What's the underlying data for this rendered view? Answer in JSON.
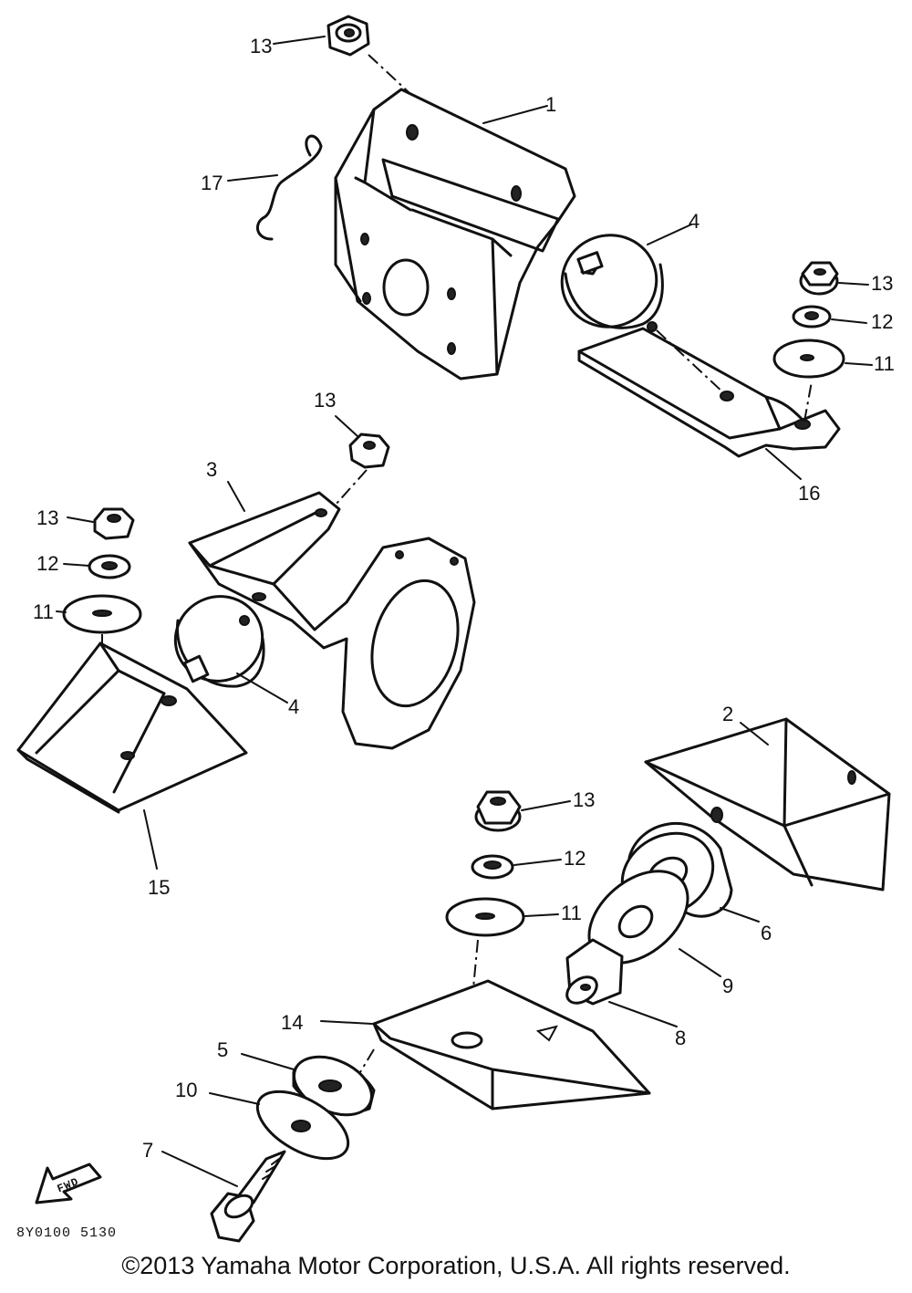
{
  "callouts": {
    "c1": "1",
    "c2": "2",
    "c3": "3",
    "c4a": "4",
    "c4b": "4",
    "c5": "5",
    "c6": "6",
    "c7": "7",
    "c8": "8",
    "c9": "9",
    "c10": "10",
    "c11a": "11",
    "c11b": "11",
    "c11c": "11",
    "c12a": "12",
    "c12b": "12",
    "c12c": "12",
    "c13a": "13",
    "c13b": "13",
    "c13c": "13",
    "c13d": "13",
    "c13e": "13",
    "c14": "14",
    "c15": "15",
    "c16": "16",
    "c17": "17"
  },
  "fwd_label": "FWD",
  "diagram_code": "8Y0100 5130",
  "copyright": "©2013 Yamaha Motor Corporation, U.S.A. All rights reserved."
}
